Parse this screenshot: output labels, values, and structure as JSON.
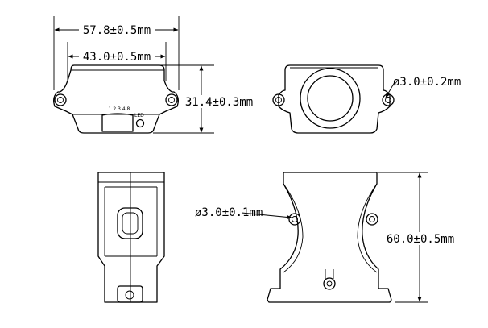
{
  "dimensions": {
    "overall_width": "57.8±0.5mm",
    "hole_spacing": "43.0±0.5mm",
    "height": "31.4±0.3mm",
    "side_hole": "ø3.0±0.2mm",
    "top_hole": "ø3.0±0.1mm",
    "length": "60.0±0.5mm"
  },
  "front_view": {
    "dip_switch_numbers": "1 2 3 4 8",
    "led_label": "LED"
  }
}
